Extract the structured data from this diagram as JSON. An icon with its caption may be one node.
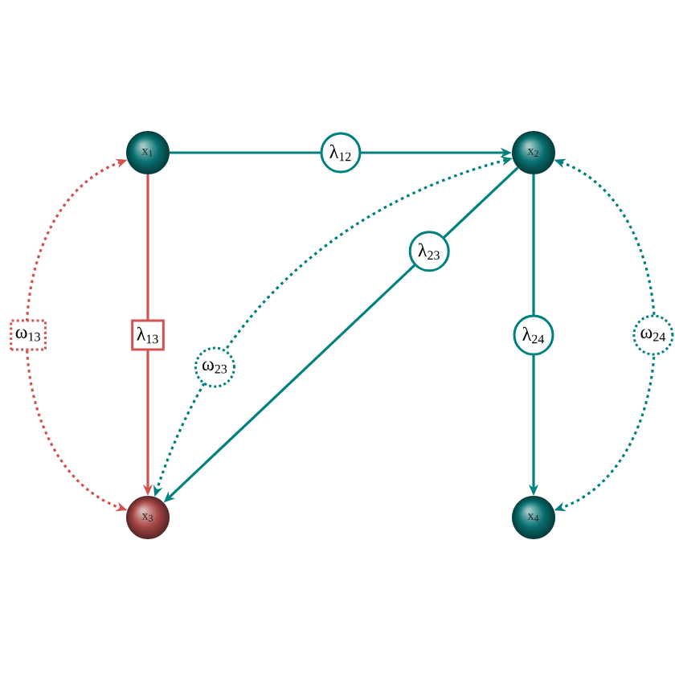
{
  "diagram": {
    "nodes": [
      {
        "text": [
          "x$_{1}$"
        ]
      },
      {
        "text": [
          "x$_{2}$"
        ]
      },
      {
        "text": [
          "x$_{3}$"
        ]
      },
      {
        "text": [
          "x$_{4}$"
        ]
      }
    ],
    "edges": [
      {
        "from": 0,
        "to": 1,
        "arrow": "to",
        "label": "λ$_{12}$"
      },
      {
        "from": 0,
        "to": 2,
        "arrow": "to",
        "label": "λ$_{13}$",
        "color": "#d25252"
      },
      {
        "from": 1,
        "to": 2,
        "arrow": "to",
        "label": "λ$_{23}$"
      },
      {
        "from": 1,
        "to": 3,
        "arrow": "to",
        "label": "λ$_{24}$"
      },
      {
        "from": 0,
        "to": 2,
        "arrow": "both",
        "label": "ω$_{13}$",
        "style": "dashed",
        "color": "#d25252"
      },
      {
        "from": 1,
        "to": 2,
        "arrow": "both",
        "label": "ω$_{23}$",
        "style": "dashed"
      },
      {
        "from": 1,
        "to": 3,
        "arrow": "both",
        "label": "ω$_{24}$",
        "style": "dashed"
      }
    ]
  }
}
